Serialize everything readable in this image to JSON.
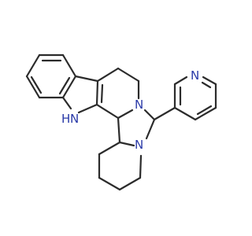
{
  "molecule": {
    "heteroatoms": {
      "indole_nh": "H N",
      "indole_nh_h": "H",
      "indole_nh_n": "N",
      "amine_n_top": "N",
      "amine_n_bottom": "N",
      "pyridine_n": "N"
    },
    "colors": {
      "bond": "#2b2b2b",
      "nitrogen": "#2a3aa8",
      "background": "#ffffff"
    }
  }
}
